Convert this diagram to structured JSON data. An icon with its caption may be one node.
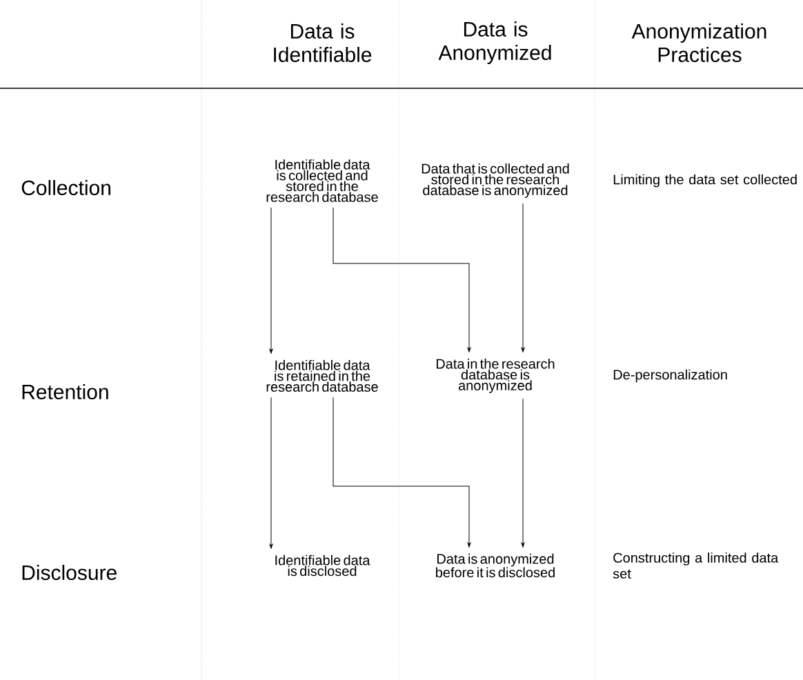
{
  "diagram": {
    "nodes": [
      {
        "text": [
          "Identifiable data is collected and stored in the research database"
        ]
      },
      {
        "text": [
          "Data that is collected and stored in the research database is anonymized"
        ]
      },
      {
        "text": [
          "Identifiable data is retained in the research database"
        ]
      },
      {
        "text": [
          "Data in the research database is anonymized"
        ]
      },
      {
        "text": [
          "Identifiable data is disclosed"
        ]
      },
      {
        "text": [
          "Data is anonymized before it is disclosed"
        ]
      }
    ],
    "edges": [
      {
        "from": 0,
        "to": 2,
        "arrow": "to"
      },
      {
        "from": 0,
        "to": 3,
        "arrow": "to"
      },
      {
        "from": 1,
        "to": 3,
        "arrow": "to"
      },
      {
        "from": 2,
        "to": 4,
        "arrow": "to"
      },
      {
        "from": 2,
        "to": 5,
        "arrow": "to"
      },
      {
        "from": 3,
        "to": 5,
        "arrow": "to"
      }
    ],
    "labels": [
      "Data is Identifiable",
      "Data is Anonymized",
      "Anonymization Practices",
      "Collection",
      "Limiting the data set collected",
      "Retention",
      "De-personalization",
      "Disclosure",
      "Constructing a limited data set"
    ]
  }
}
